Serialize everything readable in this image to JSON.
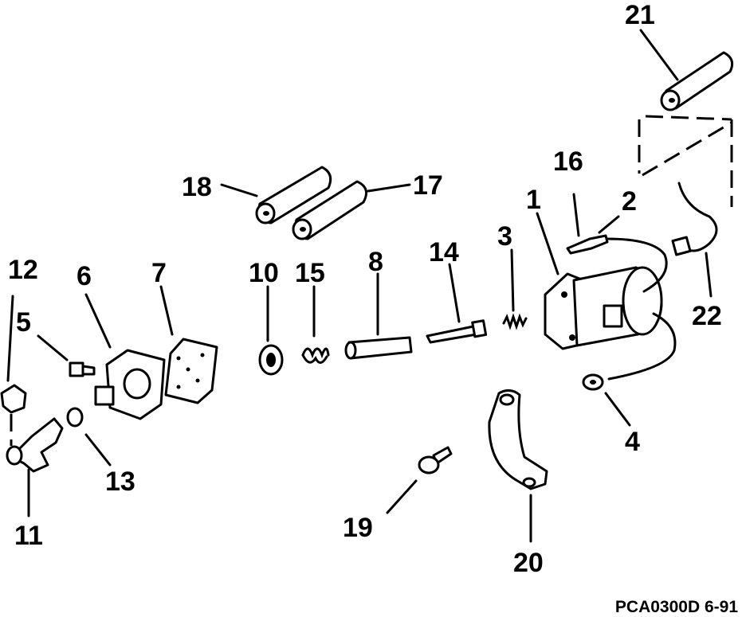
{
  "callouts": {
    "c1": "1",
    "c2": "2",
    "c3": "3",
    "c4": "4",
    "c5": "5",
    "c6": "6",
    "c7": "7",
    "c8": "8",
    "c10": "10",
    "c11": "11",
    "c12": "12",
    "c13": "13",
    "c14": "14",
    "c15": "15",
    "c16": "16",
    "c17": "17",
    "c18": "18",
    "c19": "19",
    "c20": "20",
    "c21": "21",
    "c22": "22"
  },
  "figure_code": "PCA0300D 6-91"
}
